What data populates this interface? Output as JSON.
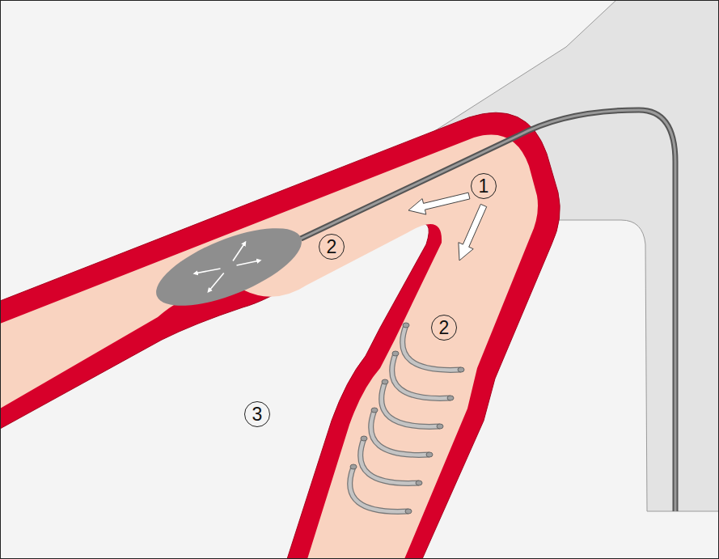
{
  "diagram": {
    "labels": [
      "1",
      "2",
      "2",
      "3"
    ]
  }
}
